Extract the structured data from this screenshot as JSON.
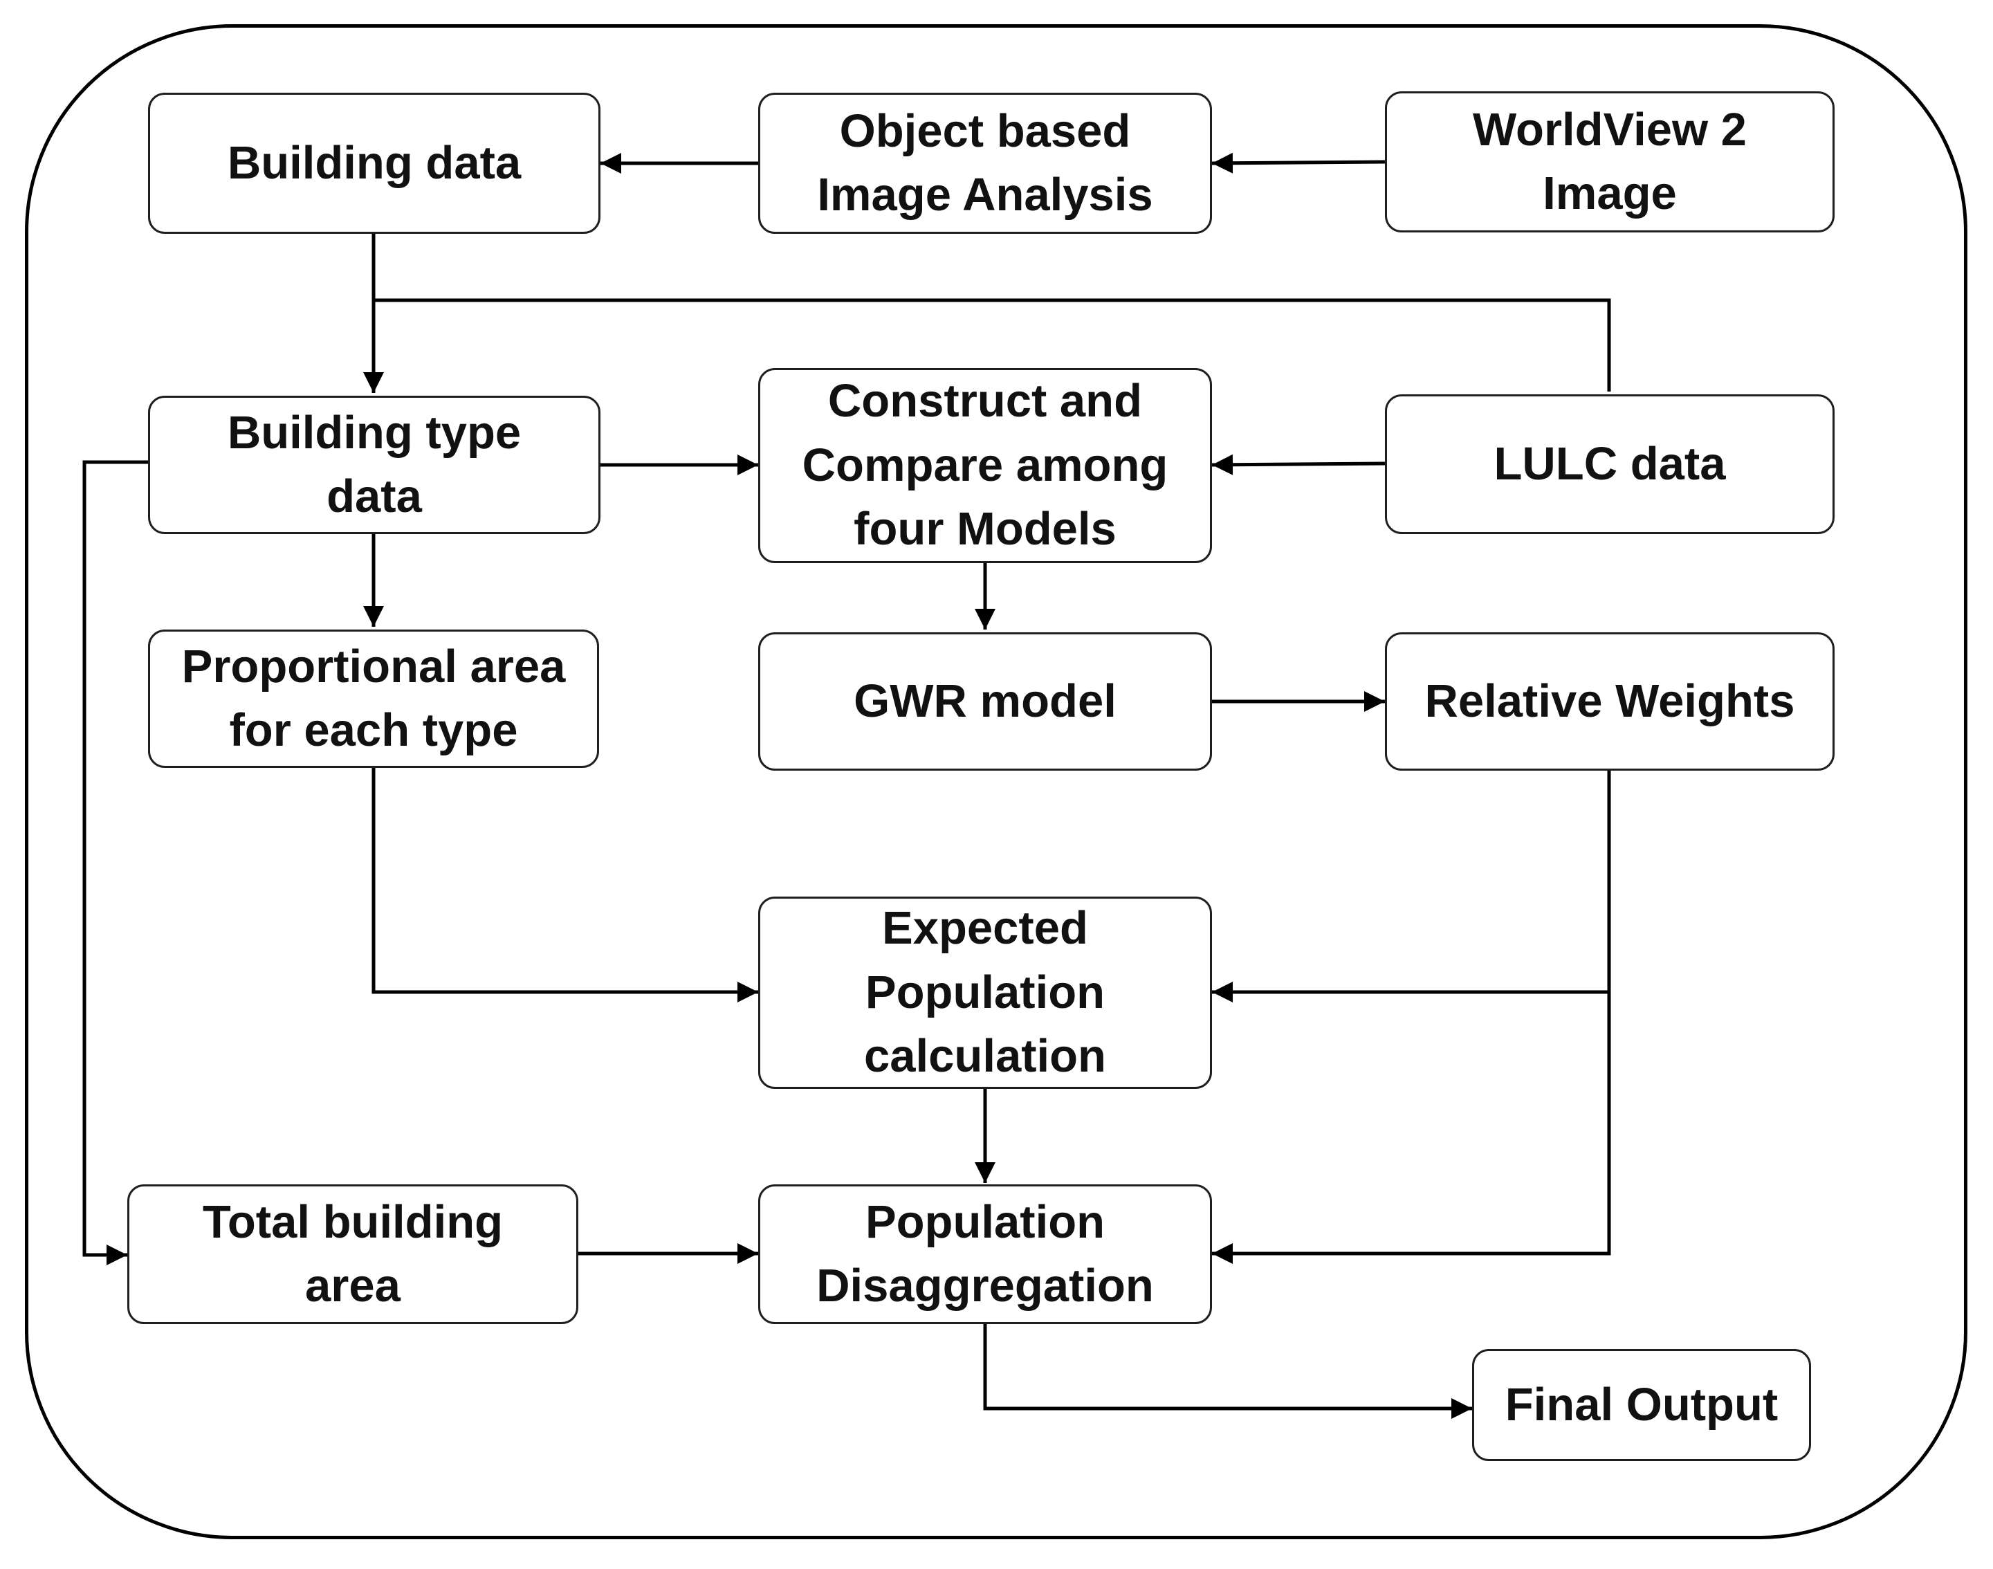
{
  "nodes": {
    "building_data": "Building data",
    "obia": "Object based\nImage Analysis",
    "worldview": "WorldView 2\nImage",
    "building_type": "Building type\ndata",
    "construct_compare": "Construct and\nCompare among\nfour Models",
    "lulc": "LULC data",
    "proportional_area": "Proportional area\nfor each type",
    "gwr": "GWR model",
    "relative_weights": "Relative Weights",
    "expected_population": "Expected\nPopulation\ncalculation",
    "total_building_area": "Total building\narea",
    "population_disaggregation": "Population\nDisaggregation",
    "final_output": "Final Output"
  },
  "edges": [
    {
      "from": "WorldView 2 Image",
      "to": "Object based Image Analysis"
    },
    {
      "from": "Object based Image Analysis",
      "to": "Building data"
    },
    {
      "from": "Building data",
      "to": "Building type data"
    },
    {
      "from": "LULC data",
      "to": "Building type data"
    },
    {
      "from": "Building type data",
      "to": "Construct and Compare among four Models"
    },
    {
      "from": "LULC data",
      "to": "Construct and Compare among four Models"
    },
    {
      "from": "Building type data",
      "to": "Proportional area for each type"
    },
    {
      "from": "Building type data",
      "to": "Total building area"
    },
    {
      "from": "Construct and Compare among four Models",
      "to": "GWR model"
    },
    {
      "from": "GWR model",
      "to": "Relative Weights"
    },
    {
      "from": "Proportional area for each type",
      "to": "Expected Population calculation"
    },
    {
      "from": "Relative Weights",
      "to": "Expected Population calculation"
    },
    {
      "from": "Relative Weights",
      "to": "Population Disaggregation"
    },
    {
      "from": "Expected Population calculation",
      "to": "Population Disaggregation"
    },
    {
      "from": "Total building area",
      "to": "Population Disaggregation"
    },
    {
      "from": "Population Disaggregation",
      "to": "Final Output"
    }
  ]
}
